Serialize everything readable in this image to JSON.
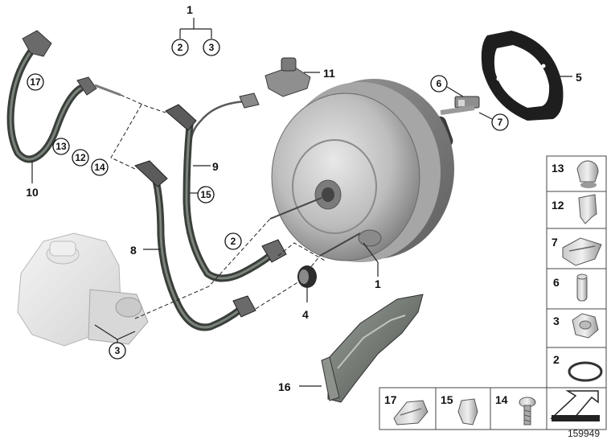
{
  "diagram": {
    "doc_number": "159949",
    "labels": {
      "p1_top": "1",
      "p2_top": "2",
      "p3_top": "3",
      "p17": "17",
      "p13": "13",
      "p12": "12",
      "p14": "14",
      "p10": "10",
      "p11": "11",
      "p9": "9",
      "p15": "15",
      "p8": "8",
      "p2_mid": "2",
      "p3_bottom": "3",
      "p4": "4",
      "p1_booster": "1",
      "p16": "16",
      "p6": "6",
      "p7": "7",
      "p5": "5"
    },
    "table": {
      "rows": [
        "13",
        "12",
        "7",
        "6",
        "3",
        "2"
      ],
      "bottom": [
        "17",
        "15",
        "14"
      ]
    }
  }
}
